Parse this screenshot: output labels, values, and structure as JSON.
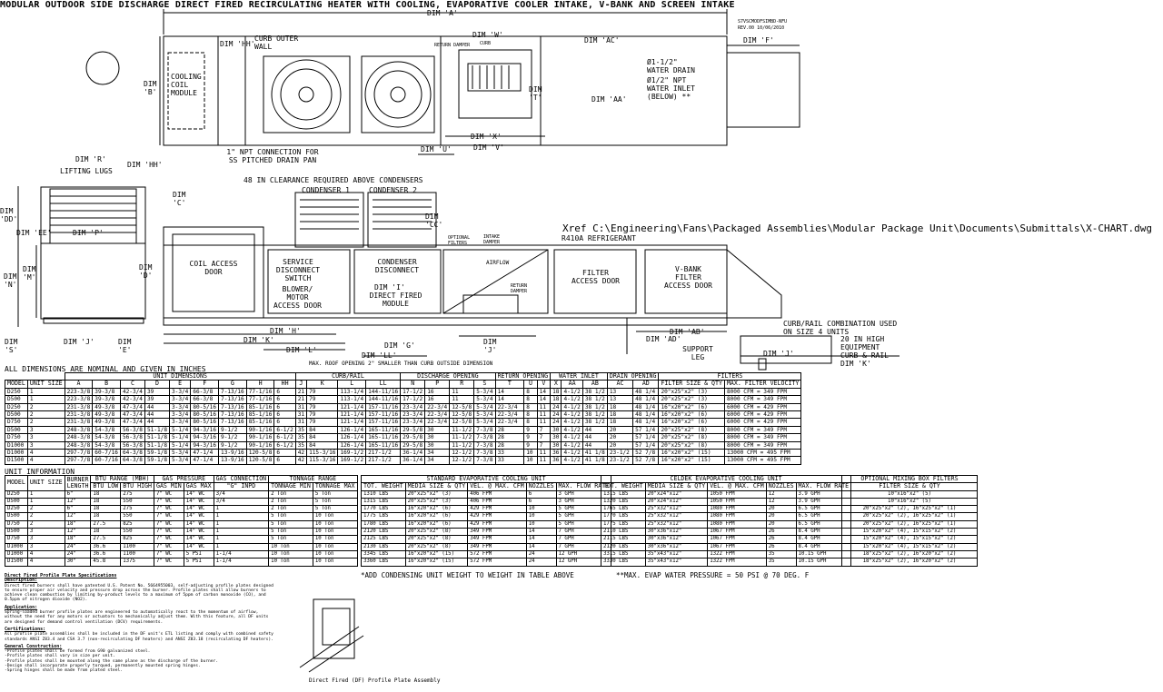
{
  "title": "MODULAR OUTDOOR SIDE DISCHARGE DIRECT FIRED RECIRCULATING HEATER WITH COOLING, EVAPORATIVE COOLER INTAKE, V-BANK AND SCREEN INTAKE",
  "revision": {
    "line1": "S7VSCMODFSIMBD-NFU",
    "line2": "REV.00   10/06/2010"
  },
  "xref": "Xref C:\\Engineering\\Fans\\Packaged Assemblies\\Modular Package Unit\\Documents\\Submittals\\X-CHART.dwg",
  "refrigerant": "R410A REFRIGERANT",
  "plan_labels": {
    "dim_a": "DIM 'A'",
    "dim_hh_top": "DIM 'HH'",
    "curb_outer_wall": "CURB OUTER WALL",
    "cooling_coil_module": "COOLING COIL MODULE",
    "dim_b": "DIM 'B'",
    "dim_w": "DIM 'W'",
    "return_damper": "RETURN DAMPER",
    "curb": "CURB",
    "dim_ac": "DIM 'AC'",
    "dim_f": "DIM 'F'",
    "water_drain": "Ø1-1/2\" WATER DRAIN",
    "water_inlet": "Ø1/2\" NPT WATER INLET (BELOW) **",
    "dim_t": "DIM 'T'",
    "dim_aa": "DIM 'AA'",
    "dim_x": "DIM 'X'",
    "dim_u": "DIM 'U'",
    "dim_v": "DIM 'V'",
    "npt_connection": "1\" NPT CONNECTION FOR SS PITCHED DRAIN PAN",
    "dim_hh_bot": "DIM 'HH'"
  },
  "elev_labels": {
    "dim_r": "DIM 'R'",
    "lifting_lugs": "LIFTING LUGS",
    "clearance": "48 IN CLEARANCE REQUIRED ABOVE CONDENSERS",
    "condenser_1": "CONDENSER 1",
    "condenser_2": "CONDENSER 2",
    "dim_c": "DIM 'C'",
    "dim_dd": "DIM 'DD'",
    "dim_ee": "DIM 'EE'",
    "dim_p": "DIM 'P'",
    "dim_cc": "DIM 'CC'",
    "optional_filters": "OPTIONAL FILTERS",
    "intake_damper": "INTAKE DAMPER",
    "airflow": "AIRFLOW",
    "coil_access_door": "COIL ACCESS DOOR",
    "service_disconnect": "SERVICE DISCONNECT SWITCH",
    "condenser_disconnect": "CONDENSER DISCONNECT",
    "blower_motor": "BLOWER/ MOTOR ACCESS DOOR",
    "dim_i": "DIM 'I'",
    "direct_fired": "DIRECT FIRED MODULE",
    "return_damper": "RETURN DAMPER",
    "filter_access": "FILTER ACCESS DOOR",
    "vbank": "V-BANK FILTER ACCESS DOOR",
    "dim_m": "DIM 'M'",
    "dim_n": "DIM 'N'",
    "dim_d": "DIM 'D'",
    "dim_s": "DIM 'S'",
    "dim_j": "DIM 'J'",
    "dim_e": "DIM 'E'",
    "dim_h": "DIM 'H'",
    "dim_k": "DIM 'K'",
    "dim_l": "DIM 'L'",
    "dim_g": "DIM 'G'",
    "dim_ll": "DIM 'LL'",
    "dim_j2": "DIM 'J'",
    "dim_ab": "DIM 'AB'",
    "dim_ad": "DIM 'AD'",
    "support_leg": "SUPPORT LEG",
    "max_roof": "MAX. ROOF OPENING 2\" SMALLER THAN CURB OUTSIDE DIMENSION",
    "curb_rail": "CURB/RAIL COMBINATION USED ON SIZE 4 UNITS",
    "equipment_curb": "20 IN HIGH EQUIPMENT CURB & RAIL",
    "dim_j3": "DIM 'J'",
    "dim_k2": "DIM 'K'"
  },
  "dims_note": "ALL DIMENSIONS ARE NOMINAL AND GIVEN IN INCHES",
  "dims_table": {
    "group_headers": [
      "UNIT DIMENSIONS",
      "CURB/RAIL",
      "DISCHARGE OPENING",
      "RETURN OPENING",
      "WATER INLET",
      "DRAIN OPENING",
      "FILTERS"
    ],
    "columns": [
      "MODEL",
      "UNIT SIZE",
      "A",
      "B",
      "C",
      "D",
      "E",
      "F",
      "G",
      "H",
      "HH",
      "J",
      "K",
      "L",
      "LL",
      "N",
      "P",
      "R",
      "S",
      "T",
      "U",
      "V",
      "X",
      "AA",
      "AB",
      "AC",
      "AD",
      "FILTER SIZE & QTY",
      "MAX. FILTER VELOCITY"
    ],
    "rows": [
      [
        "D250",
        "1",
        "223-3/8",
        "39-3/8",
        "42-3/4",
        "39",
        "3-3/4",
        "66-3/8",
        "7-13/16",
        "77-1/16",
        "6",
        "21",
        "79",
        "113-1/4",
        "144-11/16",
        "17-1/2",
        "16",
        "11",
        "5-3/4",
        "14",
        "8",
        "14",
        "18",
        "4-1/2",
        "38 1/2",
        "13",
        "48 1/4",
        "20\"x25\"x2\" (3)",
        "8000 CFM = 349 FPM"
      ],
      [
        "D500",
        "1",
        "223-3/8",
        "39-3/8",
        "42-3/4",
        "39",
        "3-3/4",
        "66-3/8",
        "7-13/16",
        "77-1/16",
        "6",
        "21",
        "79",
        "113-1/4",
        "144-11/16",
        "17-1/2",
        "16",
        "11",
        "5-3/4",
        "14",
        "8",
        "14",
        "18",
        "4-1/2",
        "38 1/2",
        "13",
        "48 1/4",
        "20\"x25\"x2\" (3)",
        "8000 CFM = 349 FPM"
      ],
      [
        "D250",
        "2",
        "231-3/8",
        "49-3/8",
        "47-3/4",
        "44",
        "3-3/4",
        "80-5/16",
        "7-13/16",
        "85-1/16",
        "6",
        "31",
        "79",
        "121-1/4",
        "157-11/16",
        "23-3/4",
        "22-3/4",
        "12-5/8",
        "5-3/4",
        "22-3/4",
        "8",
        "11",
        "24",
        "4-1/2",
        "38 1/2",
        "18",
        "48 1/4",
        "16\"x20\"x2\" (6)",
        "6000 CFM = 429 FPM"
      ],
      [
        "D500",
        "2",
        "231-3/8",
        "49-3/8",
        "47-3/4",
        "44",
        "3-3/4",
        "80-5/16",
        "7-13/16",
        "85-1/16",
        "6",
        "31",
        "79",
        "121-1/4",
        "157-11/16",
        "23-3/4",
        "22-3/4",
        "12-5/8",
        "5-3/4",
        "22-3/4",
        "8",
        "11",
        "24",
        "4-1/2",
        "38 1/2",
        "18",
        "48 1/4",
        "16\"x20\"x2\" (6)",
        "6000 CFM = 429 FPM"
      ],
      [
        "D750",
        "2",
        "231-3/8",
        "49-3/8",
        "47-3/4",
        "44",
        "3-3/4",
        "80-5/16",
        "7-13/16",
        "85-1/16",
        "6",
        "31",
        "79",
        "121-1/4",
        "157-11/16",
        "23-3/4",
        "22-3/4",
        "12-5/8",
        "5-3/4",
        "22-3/4",
        "8",
        "11",
        "24",
        "4-1/2",
        "38 1/2",
        "18",
        "48 1/4",
        "16\"x20\"x2\" (6)",
        "6000 CFM = 429 FPM"
      ],
      [
        "D500",
        "3",
        "248-3/8",
        "54-3/8",
        "56-3/8",
        "51-1/8",
        "5-1/4",
        "94-3/16",
        "9-1/2",
        "90-1/16",
        "6-1/2",
        "35",
        "84",
        "126-1/4",
        "165-11/16",
        "29-5/8",
        "30",
        "11-1/2",
        "7-3/8",
        "28",
        "9",
        "7",
        "30",
        "4-1/2",
        "44",
        "20",
        "57 1/4",
        "20\"x25\"x2\" (8)",
        "8000 CFM = 349 FPM"
      ],
      [
        "D750",
        "3",
        "248-3/8",
        "54-3/8",
        "56-3/8",
        "51-1/8",
        "5-1/4",
        "94-3/16",
        "9-1/2",
        "90-1/16",
        "6-1/2",
        "35",
        "84",
        "126-1/4",
        "165-11/16",
        "29-5/8",
        "30",
        "11-1/2",
        "7-3/8",
        "28",
        "9",
        "7",
        "30",
        "4-1/2",
        "44",
        "20",
        "57 1/4",
        "20\"x25\"x2\" (8)",
        "8000 CFM = 349 FPM"
      ],
      [
        "D1000",
        "3",
        "248-3/8",
        "54-3/8",
        "56-3/8",
        "51-1/8",
        "5-1/4",
        "94-3/16",
        "9-1/2",
        "90-1/16",
        "6-1/2",
        "35",
        "84",
        "126-1/4",
        "165-11/16",
        "29-5/8",
        "30",
        "11-1/2",
        "7-3/8",
        "28",
        "9",
        "7",
        "30",
        "4-1/2",
        "44",
        "20",
        "57 1/4",
        "20\"x25\"x2\" (8)",
        "8000 CFM = 349 FPM"
      ],
      [
        "D1000",
        "4",
        "297-7/8",
        "60-7/16",
        "64-3/8",
        "59-1/8",
        "5-3/4",
        "47-1/4",
        "13-9/16",
        "120-5/8",
        "6",
        "42",
        "115-3/16",
        "169-1/2",
        "217-1/2",
        "36-1/4",
        "34",
        "12-1/2",
        "7-3/8",
        "33",
        "10",
        "11",
        "36",
        "4-1/2",
        "41 1/8",
        "23-1/2",
        "52 7/8",
        "16\"x20\"x2\" (15)",
        "13000 CFM = 495 FPM"
      ],
      [
        "D1500",
        "4",
        "297-7/8",
        "60-7/16",
        "64-3/8",
        "59-1/8",
        "5-3/4",
        "47-1/4",
        "13-9/16",
        "120-5/8",
        "6",
        "42",
        "115-3/16",
        "169-1/2",
        "217-1/2",
        "36-1/4",
        "34",
        "12-1/2",
        "7-3/8",
        "33",
        "10",
        "11",
        "36",
        "4-1/2",
        "41 1/8",
        "23-1/2",
        "52 7/8",
        "16\"x20\"x2\" (15)",
        "13000 CFM = 495 FPM"
      ]
    ]
  },
  "unit_info": {
    "title": "UNIT INFORMATION",
    "columns": [
      "MODEL",
      "UNIT SIZE",
      "BURNER LENGTH",
      "BTU LOW",
      "BTU HIGH",
      "GAS MIN",
      "GAS MAX",
      "\"G\" INPD",
      "TONNAGE MIN",
      "TONNAGE MAX"
    ],
    "group_headers": [
      "BTU RANGE (MBH)",
      "GAS PRESSURE",
      "GAS CONNECTION",
      "TONNAGE RANGE"
    ],
    "rows": [
      [
        "D250",
        "1",
        "6\"",
        "18",
        "275",
        "7\" WC",
        "14\" WC",
        "3/4",
        "2 Ton",
        "5 Ton"
      ],
      [
        "D500",
        "1",
        "12\"",
        "18",
        "550",
        "7\" WC",
        "14\" WC",
        "3/4",
        "2 Ton",
        "5 Ton"
      ],
      [
        "D250",
        "2",
        "6\"",
        "18",
        "275",
        "7\" WC",
        "14\" WC",
        "1",
        "2 Ton",
        "5 Ton"
      ],
      [
        "D500",
        "2",
        "12\"",
        "18",
        "550",
        "7\" WC",
        "14\" WC",
        "1",
        "5 Ton",
        "10 Ton"
      ],
      [
        "D750",
        "2",
        "18\"",
        "27.5",
        "825",
        "7\" WC",
        "14\" WC",
        "1",
        "5 Ton",
        "10 Ton"
      ],
      [
        "D500",
        "3",
        "12\"",
        "18",
        "550",
        "7\" WC",
        "14\" WC",
        "1",
        "5 Ton",
        "10 Ton"
      ],
      [
        "D750",
        "3",
        "18\"",
        "27.5",
        "825",
        "7\" WC",
        "14\" WC",
        "1",
        "5 Ton",
        "10 Ton"
      ],
      [
        "D1000",
        "3",
        "24\"",
        "36.6",
        "1100",
        "7\" WC",
        "14\" WC",
        "1",
        "10 Ton",
        "10 Ton"
      ],
      [
        "D1000",
        "4",
        "24\"",
        "36.6",
        "1100",
        "7\" WC",
        "5 PSI",
        "1-1/4",
        "10 Ton",
        "10 Ton"
      ],
      [
        "D1500",
        "4",
        "30\"",
        "45.8",
        "1375",
        "7\" WC",
        "5 PSI",
        "1-1/4",
        "10 Ton",
        "10 Ton"
      ]
    ]
  },
  "std_evap": {
    "title": "STANDARD EVAPORATIVE COOLING UNIT",
    "columns": [
      "TOT. WEIGHT",
      "MEDIA SIZE & QTY",
      "VEL. @ MAX. CFM",
      "NOZZLES",
      "MAX. FLOW RATE"
    ],
    "rows": [
      [
        "1310 LBS",
        "20\"x25\"x2\" (3)",
        "406 FPM",
        "6",
        "3 GPH"
      ],
      [
        "1315 LBS",
        "20\"x25\"x2\" (3)",
        "406 FPM",
        "6",
        "3 GPH"
      ],
      [
        "1770 LBS",
        "16\"x20\"x2\" (6)",
        "429 FPM",
        "10",
        "5 GPH"
      ],
      [
        "1775 LBS",
        "16\"x20\"x2\" (6)",
        "429 FPM",
        "10",
        "5 GPH"
      ],
      [
        "1780 LBS",
        "16\"x20\"x2\" (6)",
        "429 FPM",
        "10",
        "5 GPH"
      ],
      [
        "2120 LBS",
        "20\"x25\"x2\" (8)",
        "349 FPM",
        "14",
        "7 GPH"
      ],
      [
        "2125 LBS",
        "20\"x25\"x2\" (8)",
        "349 FPM",
        "14",
        "7 GPH"
      ],
      [
        "2130 LBS",
        "20\"x25\"x2\" (8)",
        "349 FPM",
        "14",
        "7 GPH"
      ],
      [
        "3345 LBS",
        "16\"x20\"x2\" (15)",
        "572 FPM",
        "24",
        "12 GPH"
      ],
      [
        "3360 LBS",
        "16\"x20\"x2\" (15)",
        "572 FPM",
        "24",
        "12 GPH"
      ]
    ]
  },
  "celdek": {
    "title": "CELDEK EVAPORATIVE COOLING UNIT",
    "columns": [
      "TOT. WEIGHT",
      "MEDIA SIZE & QTY",
      "VEL. @ MAX. CFM",
      "NOZZLES",
      "MAX. FLOW RATE"
    ],
    "rows": [
      [
        "1315 LBS",
        "20\"x24\"x12\"",
        "1050 FPM",
        "12",
        "3.9 GPH"
      ],
      [
        "1320 LBS",
        "20\"x24\"x12\"",
        "1050 FPM",
        "12",
        "3.9 GPH"
      ],
      [
        "1765 LBS",
        "25\"x32\"x12\"",
        "1080 FPM",
        "20",
        "6.5 GPH"
      ],
      [
        "1770 LBS",
        "25\"x32\"x12\"",
        "1080 FPM",
        "20",
        "6.5 GPH"
      ],
      [
        "1775 LBS",
        "25\"x32\"x12\"",
        "1080 FPM",
        "20",
        "6.5 GPH"
      ],
      [
        "2110 LBS",
        "30\"x36\"x12\"",
        "1067 FPM",
        "26",
        "8.4 GPH"
      ],
      [
        "2115 LBS",
        "30\"x36\"x12\"",
        "1067 FPM",
        "26",
        "8.4 GPH"
      ],
      [
        "2120 LBS",
        "30\"x36\"x12\"",
        "1067 FPM",
        "26",
        "8.4 GPH"
      ],
      [
        "3315 LBS",
        "35\"x43\"x12\"",
        "1322 FPM",
        "35",
        "10.15 GPH"
      ],
      [
        "3330 LBS",
        "35\"x43\"x12\"",
        "1322 FPM",
        "35",
        "10.15 GPH"
      ]
    ]
  },
  "mixing": {
    "title": "OPTIONAL MIXING BOX FILTERS",
    "subtitle": "FILTER SIZE & QTY",
    "rows": [
      "10\"x16\"x2\" (5)",
      "10\"x16\"x2\" (5)",
      "20\"x25\"x2\" (2), 16\"x25\"x2\" (1)",
      "20\"x25\"x2\" (2), 16\"x25\"x2\" (1)",
      "20\"x25\"x2\" (2), 16\"x25\"x2\" (1)",
      "15\"x20\"x2\" (4), 15\"x15\"x2\" (2)",
      "15\"x20\"x2\" (4), 15\"x15\"x2\" (2)",
      "15\"x20\"x2\" (4), 15\"x15\"x2\" (2)",
      "18\"x25\"x2\" (2), 16\"x20\"x2\" (2)",
      "18\"x25\"x2\" (2), 16\"x20\"x2\" (2)"
    ]
  },
  "footnote1": "*ADD CONDENSING UNIT WEIGHT TO WEIGHT IN TABLE ABOVE",
  "footnote2": "**MAX. EVAP WATER PRESSURE = 50 PSI @ 70 DEG. F",
  "notes": {
    "heading": "Direct Fired Profile Plate Specifications",
    "desc_title": "Description:",
    "desc": "Direct fired burners shall have patented U.S. Patent No. 5664955003, self-adjusting profile plates designed to ensure proper air velocity and pressure drop across the burner. Profile plates shall allow burners to achieve clean combustion by limiting by-product levels to a maximum of 5ppm of carbon monoxide (CO), and 0.5ppm of nitrogen dioxide (NO2).",
    "app_title": "Application:",
    "app": "Spring-loaded burner profile plates are engineered to automatically react to the momentum of airflow, without the need for any motors or actuators to mechanically adjust them. With this feature, all DF units are designed for demand control ventilation (DCV) requirements.",
    "cert_title": "Certifications:",
    "cert": "All profile plate assemblies shall be included in the DF unit's ETL listing and comply with combined safety standards ANSI Z83.4 and CSA 3.7 (non-recirculating DF heaters) and ANSI Z83.18 (recirculating DF heaters).",
    "gen_title": "General Construction:",
    "gen": [
      "-Profile plates shall be formed from G90 galvanized steel.",
      "-Profile plates shall vary in size per unit.",
      "-Profile plates shall be mounted along the same plane as the discharge of the burner.",
      "-Design shall incorporate properly torqued, permanently mounted spring hinges.",
      "-Spring hinges shall be made from plated steel."
    ],
    "caption": "Direct Fired (DF) Profile Plate Assembly"
  }
}
